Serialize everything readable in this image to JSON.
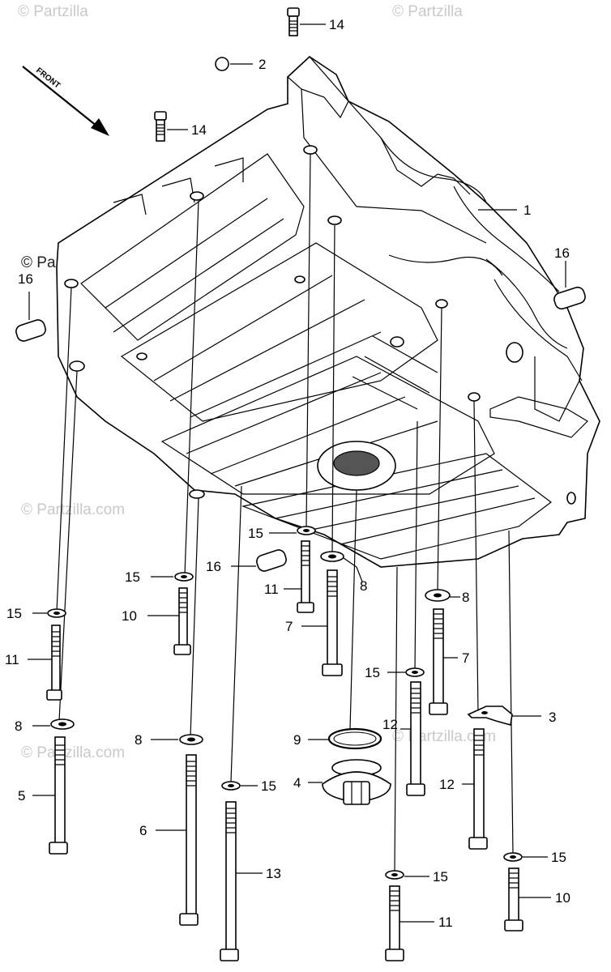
{
  "watermark": {
    "text": "© Partzilla.com",
    "text_top_left": "© Partzilla",
    "text_top_right": "© Partzilla"
  },
  "direction_label": "FRONT",
  "callouts": {
    "c1": "1",
    "c2": "2",
    "c3": "3",
    "c4": "4",
    "c5": "5",
    "c6": "6",
    "c7a": "7",
    "c7b": "7",
    "c8a": "8",
    "c8b": "8",
    "c8c": "8",
    "c8d": "8",
    "c9": "9",
    "c10a": "10",
    "c10b": "10",
    "c11a": "11",
    "c11b": "11",
    "c11c": "11",
    "c12a": "12",
    "c12b": "12",
    "c13": "13",
    "c14a": "14",
    "c14b": "14",
    "c15a": "15",
    "c15b": "15",
    "c15c": "15",
    "c15d": "15",
    "c15e": "15",
    "c15f": "15",
    "c15g": "15",
    "c16a": "16",
    "c16b": "16",
    "c16c": "16"
  }
}
